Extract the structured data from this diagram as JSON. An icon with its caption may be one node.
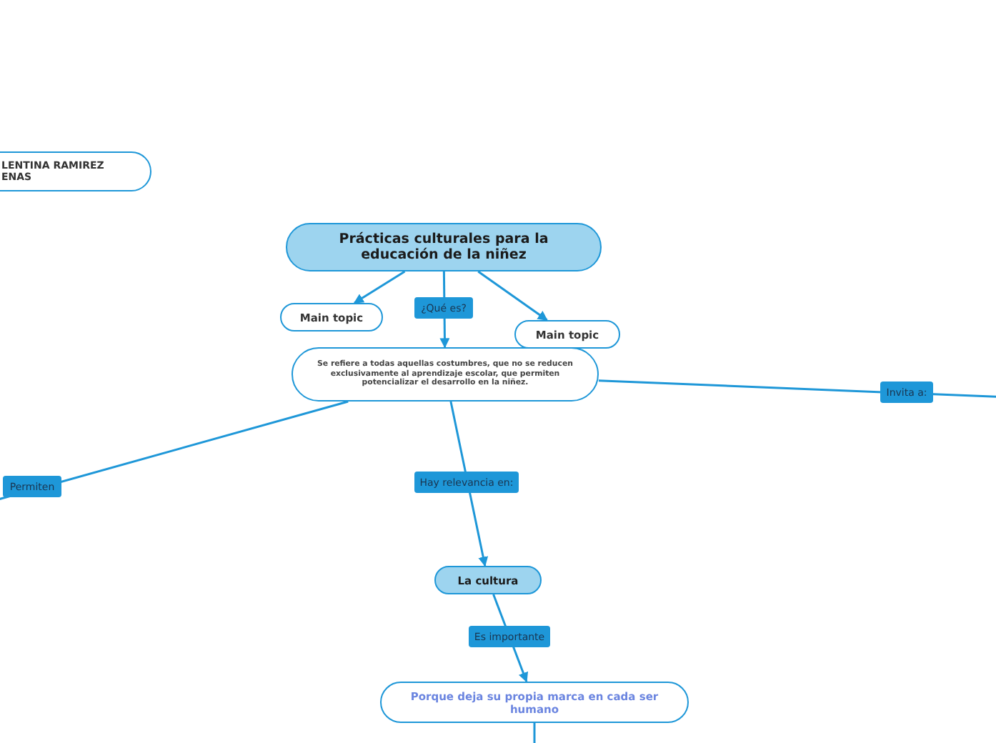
{
  "diagram": {
    "nodes": [
      {
        "text": [
          "LENTINA RAMIREZ ENAS"
        ]
      },
      {
        "text": [
          "Prácticas culturales para la educación de la niñez"
        ]
      },
      {
        "text": [
          "Main topic"
        ]
      },
      {
        "text": [
          "Main topic"
        ]
      },
      {
        "text": [
          "Se refiere a todas aquellas costumbres, que no se reducen exclusivamente al aprendizaje escolar, que permiten potencializar el desarrollo en la niñez."
        ]
      },
      {
        "text": [
          "La cultura"
        ]
      },
      {
        "text": [
          "Porque deja su propia marca en cada ser humano"
        ]
      }
    ],
    "edges": [
      {
        "from": 1,
        "to": 2,
        "arrow": "to"
      },
      {
        "from": 1,
        "to": 3,
        "arrow": "to"
      },
      {
        "from": 1,
        "to": 4,
        "label": "¿Qué es?",
        "arrow": "to"
      },
      {
        "from": 4,
        "to": null,
        "label": "Permiten",
        "arrow": "none"
      },
      {
        "from": 4,
        "to": null,
        "label": "Invita a:",
        "arrow": "none"
      },
      {
        "from": 4,
        "to": 5,
        "label": "Hay relevancia en:",
        "arrow": "to"
      },
      {
        "from": 5,
        "to": 6,
        "label": "Es importante",
        "arrow": "to"
      },
      {
        "from": 6,
        "to": null,
        "arrow": "none"
      }
    ]
  }
}
